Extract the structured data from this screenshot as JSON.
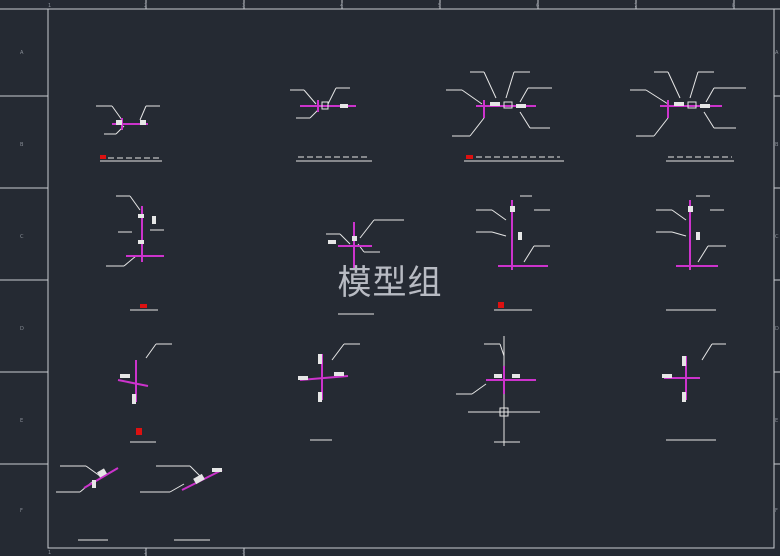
{
  "watermark": "模型组",
  "colors": {
    "background": "#252a33",
    "frame": "#c9ccd2",
    "pipe_main": "#cc33cc",
    "leader": "#e6e6e6",
    "highlight": "#dd1111"
  },
  "border": {
    "column_numbers": [
      "1",
      "2",
      "3",
      "4",
      "5",
      "6",
      "7",
      "8"
    ],
    "row_letters": [
      "A",
      "B",
      "C",
      "D",
      "E",
      "F"
    ]
  }
}
